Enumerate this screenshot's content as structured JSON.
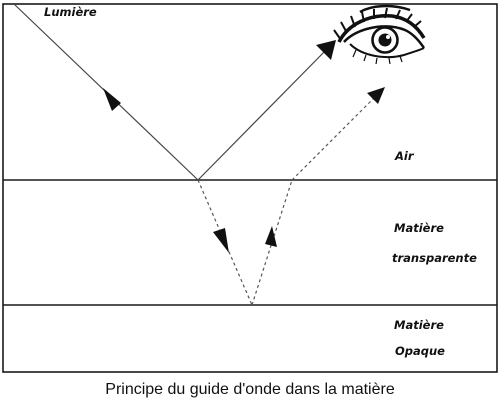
{
  "labels": {
    "light": "Lumière",
    "air": "Air",
    "transparent_line1": "Matière",
    "transparent_line2": "transparente",
    "opaque_line1": "Matière",
    "opaque_line2": "Opaque"
  },
  "caption": "Principe du guide d'onde dans la matière",
  "icons": {
    "eye": "eye-icon"
  },
  "colors": {
    "line": "#1a1a1a",
    "ray": "#444444",
    "dashed_ray": "#555555",
    "text": "#111111"
  }
}
